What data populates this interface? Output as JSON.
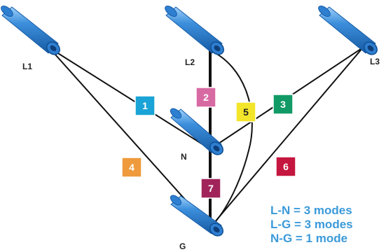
{
  "conductors": {
    "L1": "L1",
    "L2": "L2",
    "L3": "L3",
    "N": "N",
    "G": "G"
  },
  "modes": [
    {
      "number": "1",
      "color": "#1aa3d6",
      "text_color": "#ffffff"
    },
    {
      "number": "2",
      "color": "#d86aa3",
      "text_color": "#ffffff"
    },
    {
      "number": "3",
      "color": "#129a66",
      "text_color": "#ffffff"
    },
    {
      "number": "4",
      "color": "#ef9a3c",
      "text_color": "#ffffff"
    },
    {
      "number": "5",
      "color": "#f2e52a",
      "text_color": "#222222"
    },
    {
      "number": "6",
      "color": "#c4163f",
      "text_color": "#ffffff"
    },
    {
      "number": "7",
      "color": "#a0245a",
      "text_color": "#ffffff"
    }
  ],
  "summary": {
    "ln": "L-N = 3 modes",
    "lg": "L-G = 3 modes",
    "ng": "N-G = 1 mode",
    "color": "#3b9ad9"
  },
  "colors": {
    "cable": "#2f7fd1",
    "cable_dark": "#155ca8",
    "cable_light": "#8fc4f5",
    "wire": "#111111"
  }
}
